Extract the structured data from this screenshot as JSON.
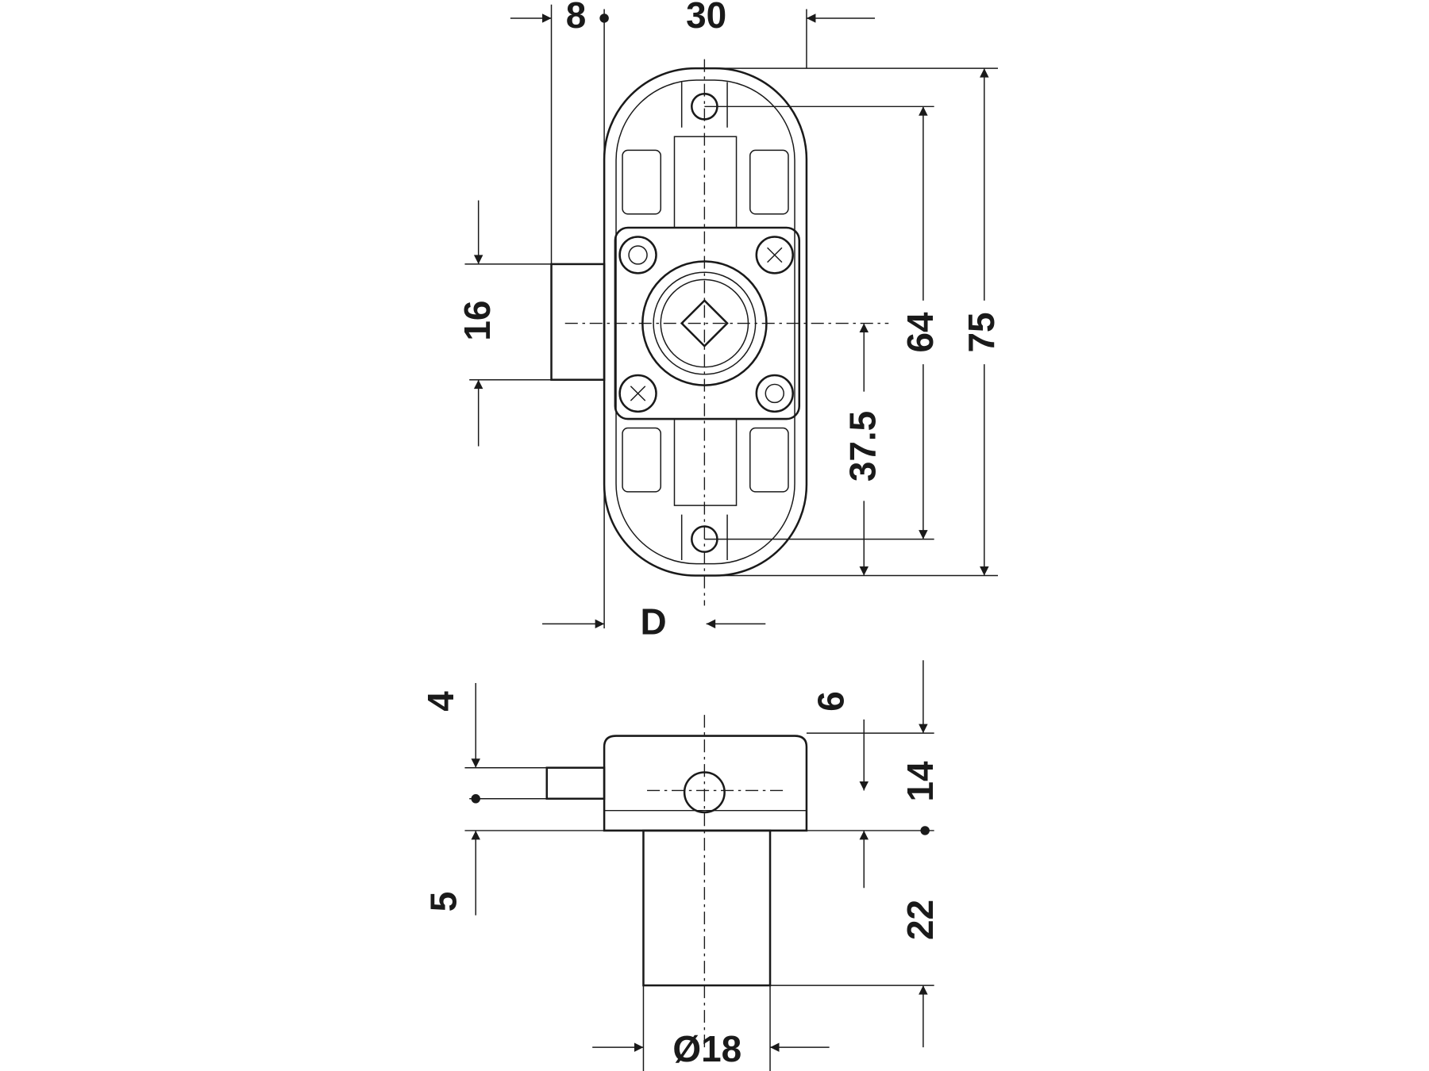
{
  "top_view": {
    "bolt_offset": "8",
    "width": "30",
    "bolt_height": "16",
    "hole_spacing": "64",
    "height": "75",
    "center_to_edge": "37.5",
    "backset": "D"
  },
  "side_view": {
    "bolt_to_top": "4",
    "flange": "5",
    "body_top_offset": "6",
    "body_depth": "14",
    "cylinder_length": "22",
    "cylinder_diameter": "Ø18"
  }
}
